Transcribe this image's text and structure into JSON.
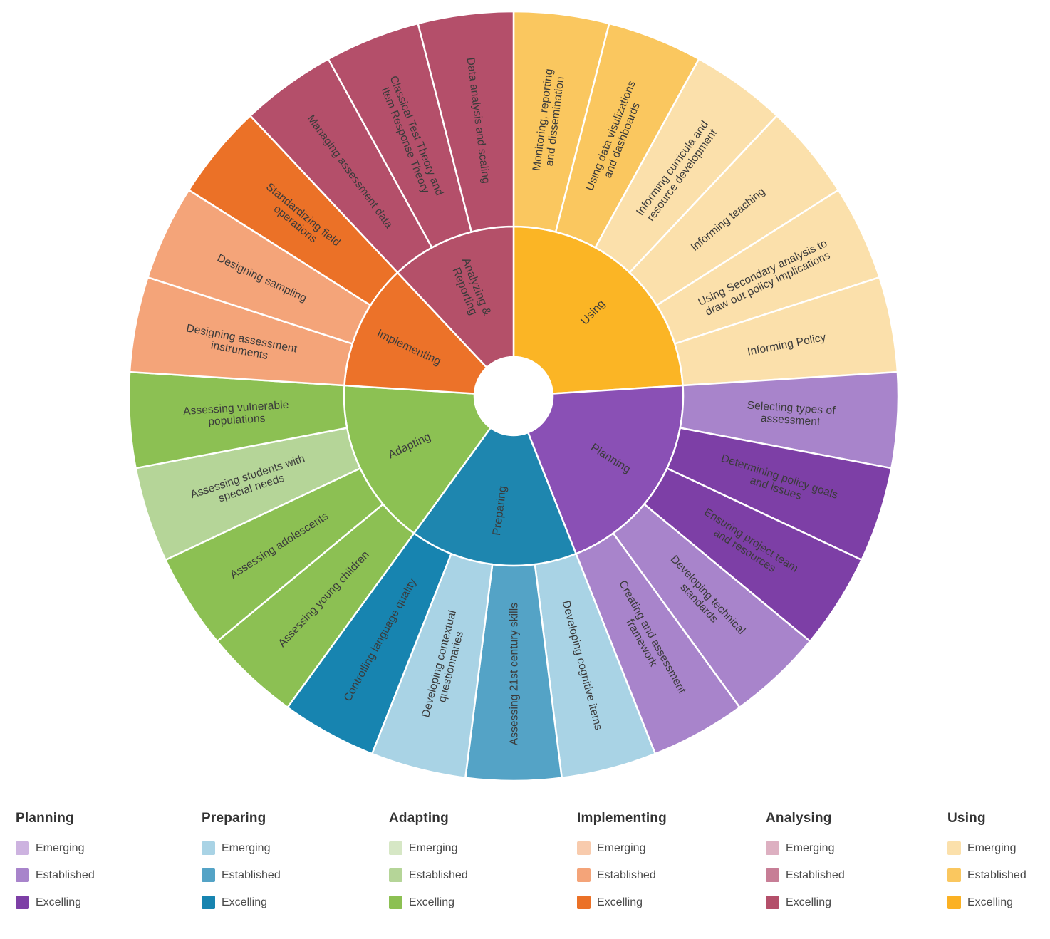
{
  "chart_data": {
    "type": "sunburst",
    "levels": [
      "Emerging",
      "Established",
      "Excelling"
    ],
    "categories": [
      {
        "name": "Using",
        "chart_label": "Using",
        "chart_label_lines": [
          "Using"
        ],
        "inner_color": "#fbb525",
        "palette": {
          "Emerging": "#fbe0ab",
          "Established": "#fac75f",
          "Excelling": "#fbb123"
        },
        "segments": [
          {
            "label": "Monitoring, reporting and dissemination",
            "lines": [
              "Monitoring, reporting",
              "and dissemination"
            ],
            "level": "Established"
          },
          {
            "label": "Using data visulizations and dashboards",
            "lines": [
              "Using data visulizations",
              "and dashboards"
            ],
            "level": "Established"
          },
          {
            "label": "Informing curricula and resource development",
            "lines": [
              "Informing curricula and",
              "resource development"
            ],
            "level": "Emerging"
          },
          {
            "label": "Informing teaching",
            "lines": [
              "Informing teaching"
            ],
            "level": "Emerging"
          },
          {
            "label": "Using Secondary analysis to draw out policy implications",
            "lines": [
              "Using Secondary analysis to",
              "draw out policy implications"
            ],
            "level": "Emerging"
          },
          {
            "label": "Informing Policy",
            "lines": [
              "Informing Policy"
            ],
            "level": "Emerging"
          }
        ]
      },
      {
        "name": "Planning",
        "chart_label": "Planning",
        "chart_label_lines": [
          "Planning"
        ],
        "inner_color": "#8a50b5",
        "palette": {
          "Emerging": "#cdb3e0",
          "Established": "#a884cb",
          "Excelling": "#7d3fa6"
        },
        "segments": [
          {
            "label": "Selecting types of assessment",
            "lines": [
              "Selecting types of",
              "assessment"
            ],
            "level": "Established"
          },
          {
            "label": "Determining policy goals and issues",
            "lines": [
              "Determining policy goals",
              "and issues"
            ],
            "level": "Excelling"
          },
          {
            "label": "Ensuring project team and resources",
            "lines": [
              "Ensuring project team",
              "and resources"
            ],
            "level": "Excelling"
          },
          {
            "label": "Developing technical standards",
            "lines": [
              "Developing technical",
              "standards"
            ],
            "level": "Established"
          },
          {
            "label": "Creating and assessment framework",
            "lines": [
              "Creating and assessment",
              "framework"
            ],
            "level": "Established"
          }
        ]
      },
      {
        "name": "Preparing",
        "chart_label": "Preparing",
        "chart_label_lines": [
          "Preparing"
        ],
        "inner_color": "#1e86af",
        "palette": {
          "Emerging": "#a9d3e5",
          "Established": "#54a3c6",
          "Excelling": "#1784b0"
        },
        "segments": [
          {
            "label": "Developing cognitive items",
            "lines": [
              "Developing cognitive items"
            ],
            "level": "Emerging"
          },
          {
            "label": "Assessing 21st century skills",
            "lines": [
              "Assessing 21st century skills"
            ],
            "level": "Established"
          },
          {
            "label": "Developing contextual questionnaries",
            "lines": [
              "Developing contextual",
              "questionnaries"
            ],
            "level": "Emerging"
          },
          {
            "label": "Controlling language quality",
            "lines": [
              "Controlling language quality"
            ],
            "level": "Excelling"
          }
        ]
      },
      {
        "name": "Adapting",
        "chart_label": "Adapting",
        "chart_label_lines": [
          "Adapting"
        ],
        "inner_color": "#8cc153",
        "palette": {
          "Emerging": "#d6e7c5",
          "Established": "#b5d598",
          "Excelling": "#8cc053"
        },
        "segments": [
          {
            "label": "Assessing young children",
            "lines": [
              "Assessing young children"
            ],
            "level": "Excelling"
          },
          {
            "label": "Assessing adolescents",
            "lines": [
              "Assessing adolescents"
            ],
            "level": "Excelling"
          },
          {
            "label": "Assessing students with special needs",
            "lines": [
              "Assessing students with",
              "special needs"
            ],
            "level": "Established"
          },
          {
            "label": "Assessing vulnerable populations",
            "lines": [
              "Assessing vulnerable",
              "populations"
            ],
            "level": "Excelling"
          }
        ]
      },
      {
        "name": "Implementing",
        "chart_label": "Implementing",
        "chart_label_lines": [
          "Implementing"
        ],
        "inner_color": "#ec7229",
        "palette": {
          "Emerging": "#f8cbad",
          "Established": "#f4a479",
          "Excelling": "#eb7127"
        },
        "segments": [
          {
            "label": "Designing assessment instruments",
            "lines": [
              "Designing assessment",
              "instruments"
            ],
            "level": "Established"
          },
          {
            "label": "Designing sampling",
            "lines": [
              "Designing sampling"
            ],
            "level": "Established"
          },
          {
            "label": "Standardizing field operations",
            "lines": [
              "Standardizing field",
              "operations"
            ],
            "level": "Excelling"
          }
        ]
      },
      {
        "name": "Analysing",
        "chart_label": "Analyzing & Reporting",
        "chart_label_lines": [
          "Analyzing &",
          "Reporting"
        ],
        "inner_color": "#b45069",
        "palette": {
          "Emerging": "#ddb0c1",
          "Established": "#c77e96",
          "Excelling": "#b44f6a"
        },
        "segments": [
          {
            "label": "Managing assessment data",
            "lines": [
              "Managing assessment data"
            ],
            "level": "Excelling"
          },
          {
            "label": "Classical Test Theory and Item Response Theory",
            "lines": [
              "Classical Test Theory and",
              "Item Response Theory"
            ],
            "level": "Excelling"
          },
          {
            "label": "Data analysis and scaling",
            "lines": [
              "Data analysis and scaling"
            ],
            "level": "Excelling"
          }
        ]
      }
    ]
  },
  "legend": {
    "groups": [
      {
        "title": "Planning",
        "items": [
          {
            "label": "Emerging",
            "color": "#cdb3e0"
          },
          {
            "label": "Established",
            "color": "#a884cb"
          },
          {
            "label": "Excelling",
            "color": "#7d3fa6"
          }
        ]
      },
      {
        "title": "Preparing",
        "items": [
          {
            "label": "Emerging",
            "color": "#a9d3e5"
          },
          {
            "label": "Established",
            "color": "#54a3c6"
          },
          {
            "label": "Excelling",
            "color": "#1784b0"
          }
        ]
      },
      {
        "title": "Adapting",
        "items": [
          {
            "label": "Emerging",
            "color": "#d6e7c5"
          },
          {
            "label": "Established",
            "color": "#b5d598"
          },
          {
            "label": "Excelling",
            "color": "#8cc053"
          }
        ]
      },
      {
        "title": "Implementing",
        "items": [
          {
            "label": "Emerging",
            "color": "#f8cbad"
          },
          {
            "label": "Established",
            "color": "#f4a479"
          },
          {
            "label": "Excelling",
            "color": "#eb7127"
          }
        ]
      },
      {
        "title": "Analysing",
        "items": [
          {
            "label": "Emerging",
            "color": "#ddb0c1"
          },
          {
            "label": "Established",
            "color": "#c77e96"
          },
          {
            "label": "Excelling",
            "color": "#b44f6a"
          }
        ]
      },
      {
        "title": "Using",
        "items": [
          {
            "label": "Emerging",
            "color": "#fbe0ab"
          },
          {
            "label": "Established",
            "color": "#fac75f"
          },
          {
            "label": "Excelling",
            "color": "#fbb123"
          }
        ]
      }
    ]
  }
}
